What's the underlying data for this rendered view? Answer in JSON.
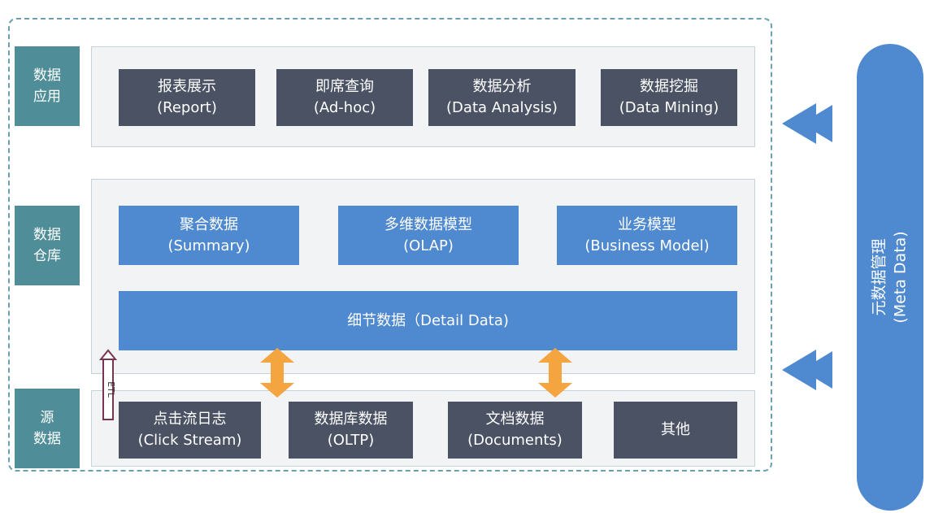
{
  "layers": {
    "application": {
      "label": "数据\n应用",
      "items": [
        {
          "cn": "报表展示",
          "en": "(Report)"
        },
        {
          "cn": "即席查询",
          "en": "(Ad-hoc)"
        },
        {
          "cn": "数据分析",
          "en": "(Data Analysis)"
        },
        {
          "cn": "数据挖掘",
          "en": "(Data Mining)"
        }
      ]
    },
    "warehouse": {
      "label": "数据\n仓库",
      "items": [
        {
          "cn": "聚合数据",
          "en": "(Summary)"
        },
        {
          "cn": "多维数据模型",
          "en": "(OLAP)"
        },
        {
          "cn": "业务模型",
          "en": "(Business Model)"
        }
      ],
      "detail": "细节数据（Detail Data)"
    },
    "source": {
      "label": "源\n数据",
      "items": [
        {
          "cn": "点击流日志",
          "en": "(Click Stream)"
        },
        {
          "cn": "数据库数据",
          "en": "(OLTP)"
        },
        {
          "cn": "文档数据",
          "en": "(Documents)"
        },
        {
          "cn": "其他",
          "en": ""
        }
      ]
    }
  },
  "etl_label": "ETL",
  "metadata": {
    "cn": "元数据管理",
    "en": "(Meta Data)"
  },
  "colors": {
    "dark_box": "#4a5264",
    "blue_box": "#4f89cf",
    "tag": "#4f8e98",
    "arrow_orange": "#f5a540"
  }
}
